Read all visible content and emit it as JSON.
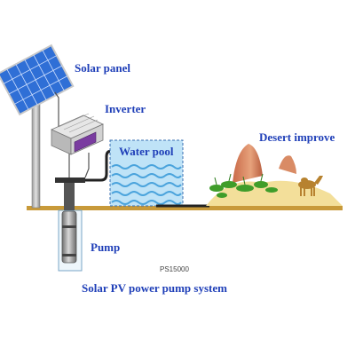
{
  "labels": {
    "solar_panel": "Solar panel",
    "inverter": "Inverter",
    "water_pool": "Water pool",
    "desert_improve": "Desert improve",
    "pump": "Pump",
    "model_code": "PS15000",
    "caption": "Solar PV power pump system"
  },
  "colors": {
    "label_text": "#1f3fb8",
    "ground": "#c89a3a",
    "panel": "#2f6fd6",
    "water": "#bfe3f7",
    "sand": "#f3df9a",
    "vegetation": "#3f9d2a"
  },
  "icons": {
    "panel": "solar-panel-icon",
    "inverter": "inverter-icon",
    "pool": "water-pool-icon",
    "pump": "submersible-pump-icon",
    "desert": "desert-landscape-icon",
    "camel": "camel-icon"
  }
}
